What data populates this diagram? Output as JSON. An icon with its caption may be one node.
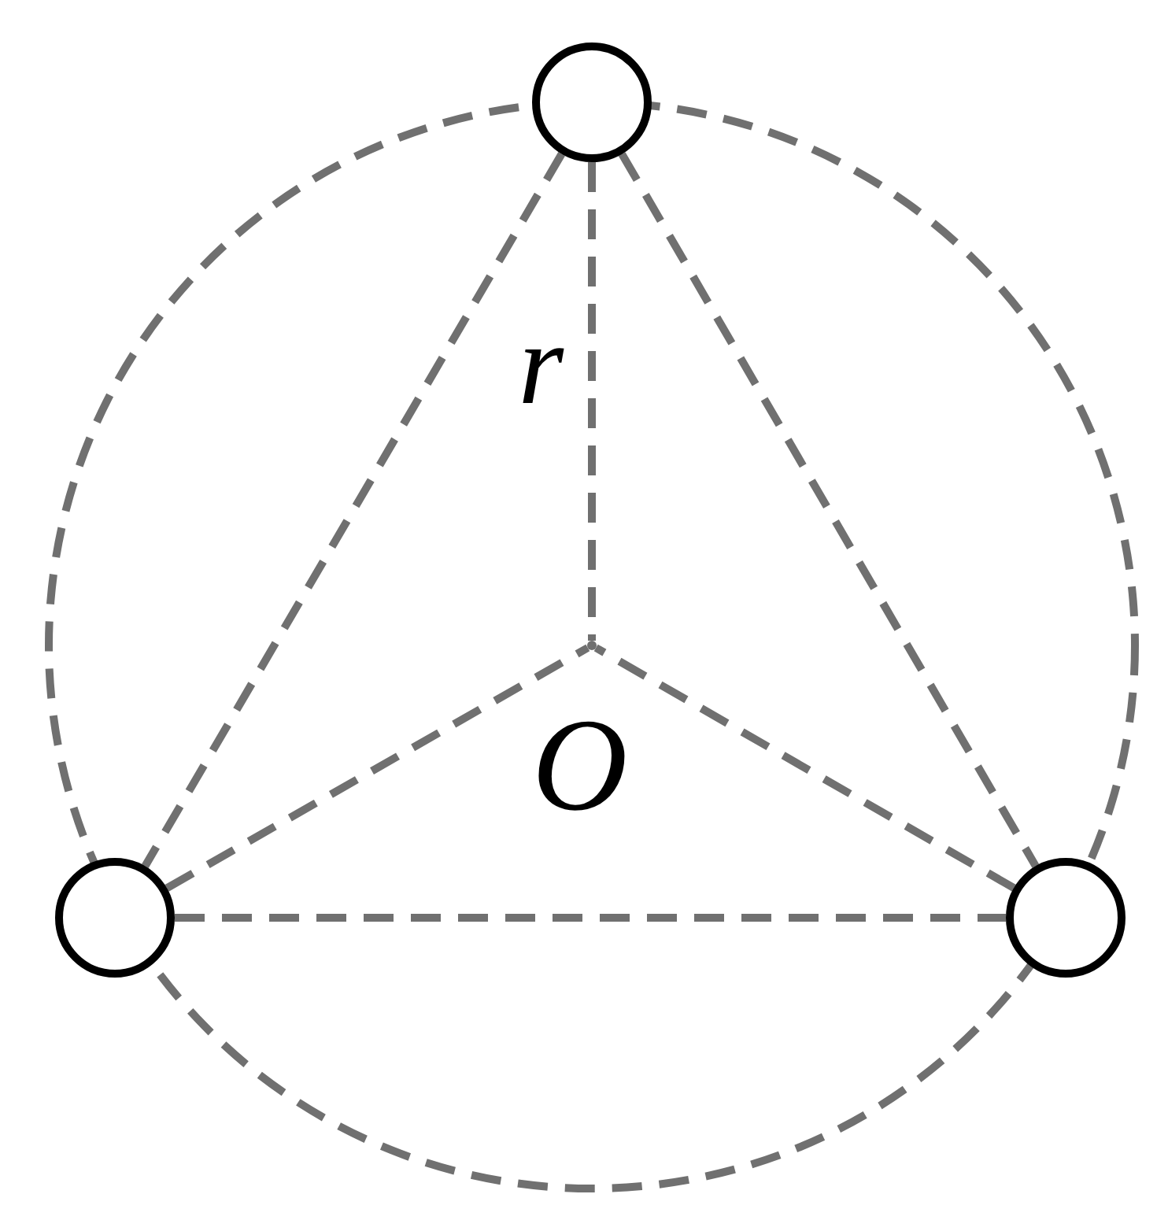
{
  "diagram": {
    "nodes": [
      {
        "text": [],
        "shape": "circle"
      },
      {
        "text": [],
        "shape": "circle"
      },
      {
        "text": [],
        "shape": "circle"
      },
      {
        "text": [],
        "shape": "point",
        "beside": [
          "O"
        ]
      }
    ],
    "edges": [
      {
        "from": 0,
        "to": 3,
        "arrow": "none",
        "style": "dashed",
        "label": "r"
      },
      {
        "from": 1,
        "to": 3,
        "arrow": "none",
        "style": "dashed"
      },
      {
        "from": 2,
        "to": 3,
        "arrow": "none",
        "style": "dashed"
      },
      {
        "from": 0,
        "to": 1,
        "arrow": "none",
        "style": "dashed"
      },
      {
        "from": 0,
        "to": 2,
        "arrow": "none",
        "style": "dashed"
      },
      {
        "from": 1,
        "to": 2,
        "arrow": "none",
        "style": "dashed"
      }
    ]
  }
}
